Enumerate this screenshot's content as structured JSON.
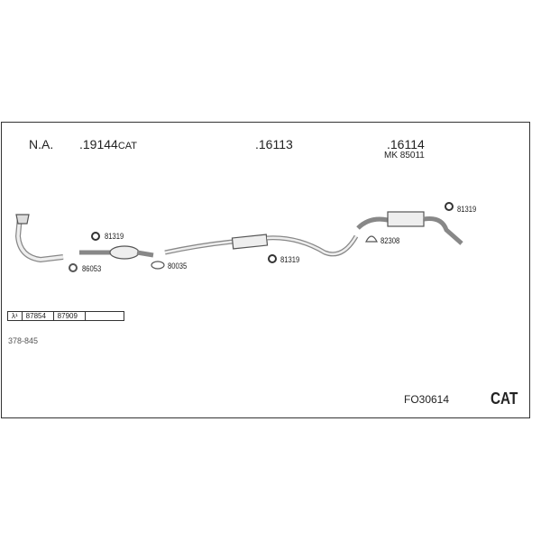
{
  "labels": {
    "na": "N.A.",
    "part_1": ".19144",
    "part_1_suffix": "CAT",
    "part_2": ".16113",
    "part_3": ".16114",
    "part_3_kit": "MK 85011"
  },
  "components": {
    "hanger_1": "81319",
    "gasket_1": "86053",
    "gasket_2": "80035",
    "hanger_2": "81319",
    "clamp": "82308",
    "hanger_3": "81319"
  },
  "lambda_table": {
    "symbol": "λ¹",
    "cells": [
      "87854",
      "87909",
      ""
    ]
  },
  "footer": {
    "ref": "378-845",
    "code": "FO30614",
    "type": "CAT"
  }
}
